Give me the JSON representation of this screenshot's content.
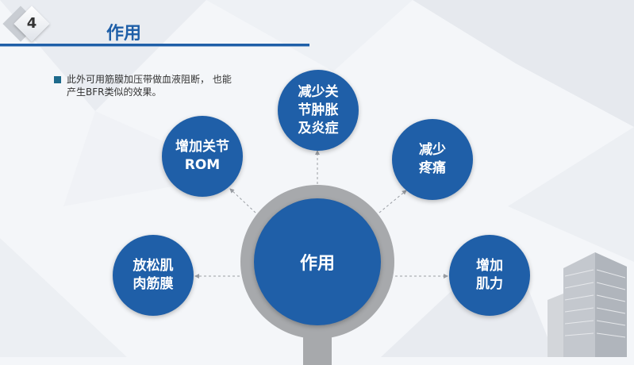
{
  "header": {
    "section_number": "4",
    "title": "作用"
  },
  "bullet": {
    "text": "此外可用筋膜加压带做血液阻断， 也能\n产生BFR类似的效果。"
  },
  "diagram": {
    "center": "作用",
    "nodes": {
      "reduce_swelling": "减少关\n节肿胀\n及炎症",
      "increase_rom": "增加关节\nROM",
      "reduce_pain": "减少\n疼痛",
      "relax_fascia": "放松肌\n肉筋膜",
      "increase_strength": "增加\n肌力"
    }
  },
  "colors": {
    "primary_blue": "#1f5fa8",
    "ring_gray": "#a7a9ac",
    "bullet_teal": "#1d6a8c"
  }
}
